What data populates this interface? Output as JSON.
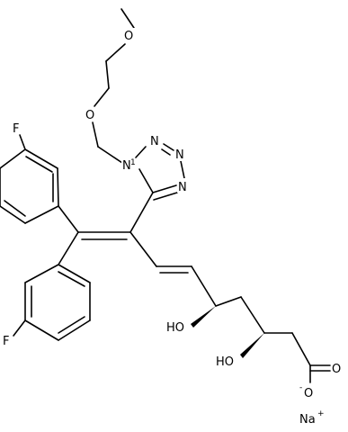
{
  "molecule": {
    "atoms": {
      "o_methoxy": "O",
      "o_ether": "O",
      "f_top": "F",
      "f_bottom": "F",
      "n1": "N",
      "n2": "N",
      "n3": "N",
      "n4": "N",
      "oh_1": "HO",
      "oh_2": "HO",
      "o_carbonyl": "O",
      "o_carboxylate": "O",
      "carboxylate_charge": "-",
      "counterion": "Na",
      "counterion_charge": "+"
    }
  }
}
